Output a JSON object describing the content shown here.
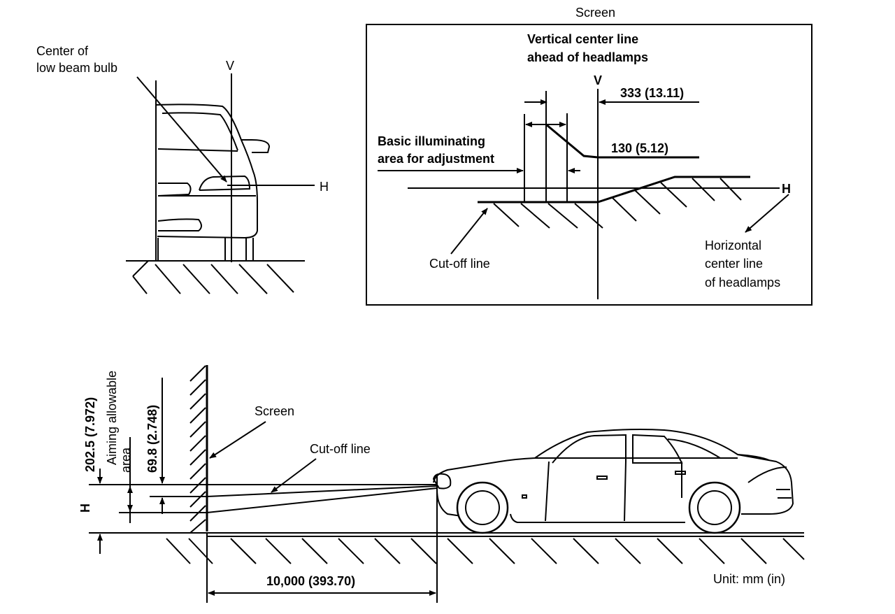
{
  "headlamp_front": {
    "center_label_1": "Center of",
    "center_label_2": "low beam bulb",
    "v_label": "V",
    "h_label": "H"
  },
  "screen_panel": {
    "title": "Screen",
    "vcl_1": "Vertical center line",
    "vcl_2": "ahead of headlamps",
    "v_label": "V",
    "dim_333": "333 (13.11)",
    "dim_130": "130 (5.12)",
    "basic_1": "Basic illuminating",
    "basic_2": "area for adjustment",
    "h_label": "H",
    "cutoff": "Cut-off line",
    "hcl_1": "Horizontal",
    "hcl_2": "center line",
    "hcl_3": "of headlamps"
  },
  "side_view": {
    "dim_2025": "202.5 (7.972)",
    "aiming_1": "Aiming allowable",
    "aiming_2": "area",
    "dim_698": "69.8 (2.748)",
    "h_label": "H",
    "screen": "Screen",
    "cutoff": "Cut-off line",
    "distance": "10,000 (393.70)",
    "unit": "Unit: mm (in)"
  }
}
